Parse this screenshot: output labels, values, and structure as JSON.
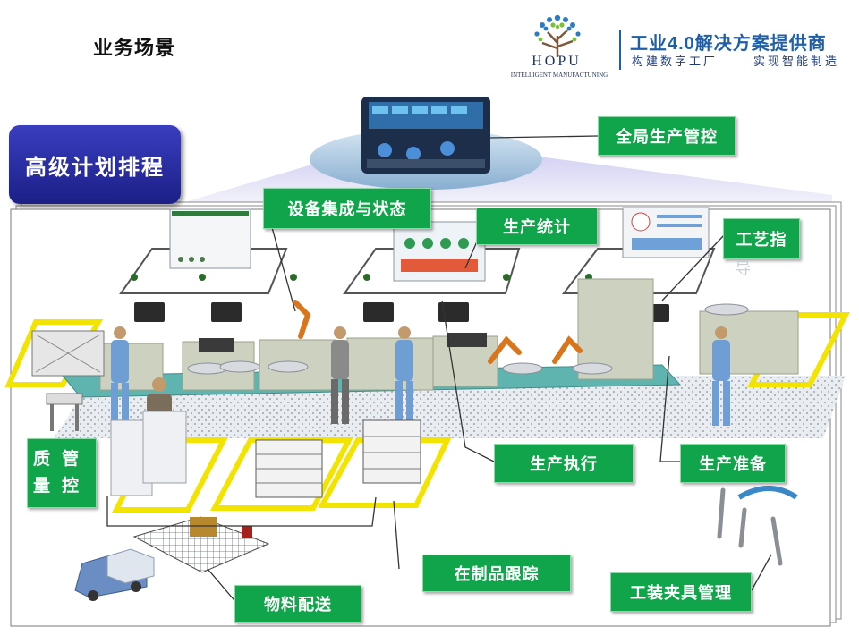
{
  "page": {
    "title": "业务场景"
  },
  "logo": {
    "name": "HOPU",
    "tagline": "INTELLIGENT MANUFACTUNING"
  },
  "brand": {
    "title": "工业4.0解决方案提供商",
    "subtitle_left": "构建数字工厂",
    "subtitle_right": "实现智能制造"
  },
  "diagram": {
    "plan_box": "高级计划排程",
    "labels": {
      "global_control": "全局生产管控",
      "equipment": "设备集成与状态",
      "statistics": "生产统计",
      "process": "工艺指",
      "process_tail": "导",
      "quality_line1": "质量",
      "quality_line2": "管控",
      "execution": "生产执行",
      "preparation": "生产准备",
      "wip_tracking": "在制品跟踪",
      "material": "物料配送",
      "tooling": "工装夹具管理"
    }
  },
  "colors": {
    "label_green": "#10a54a",
    "plan_blue": "#2a2eaa",
    "yellow_zone": "#f2e400",
    "brand_blue": "#1f5fa8"
  }
}
